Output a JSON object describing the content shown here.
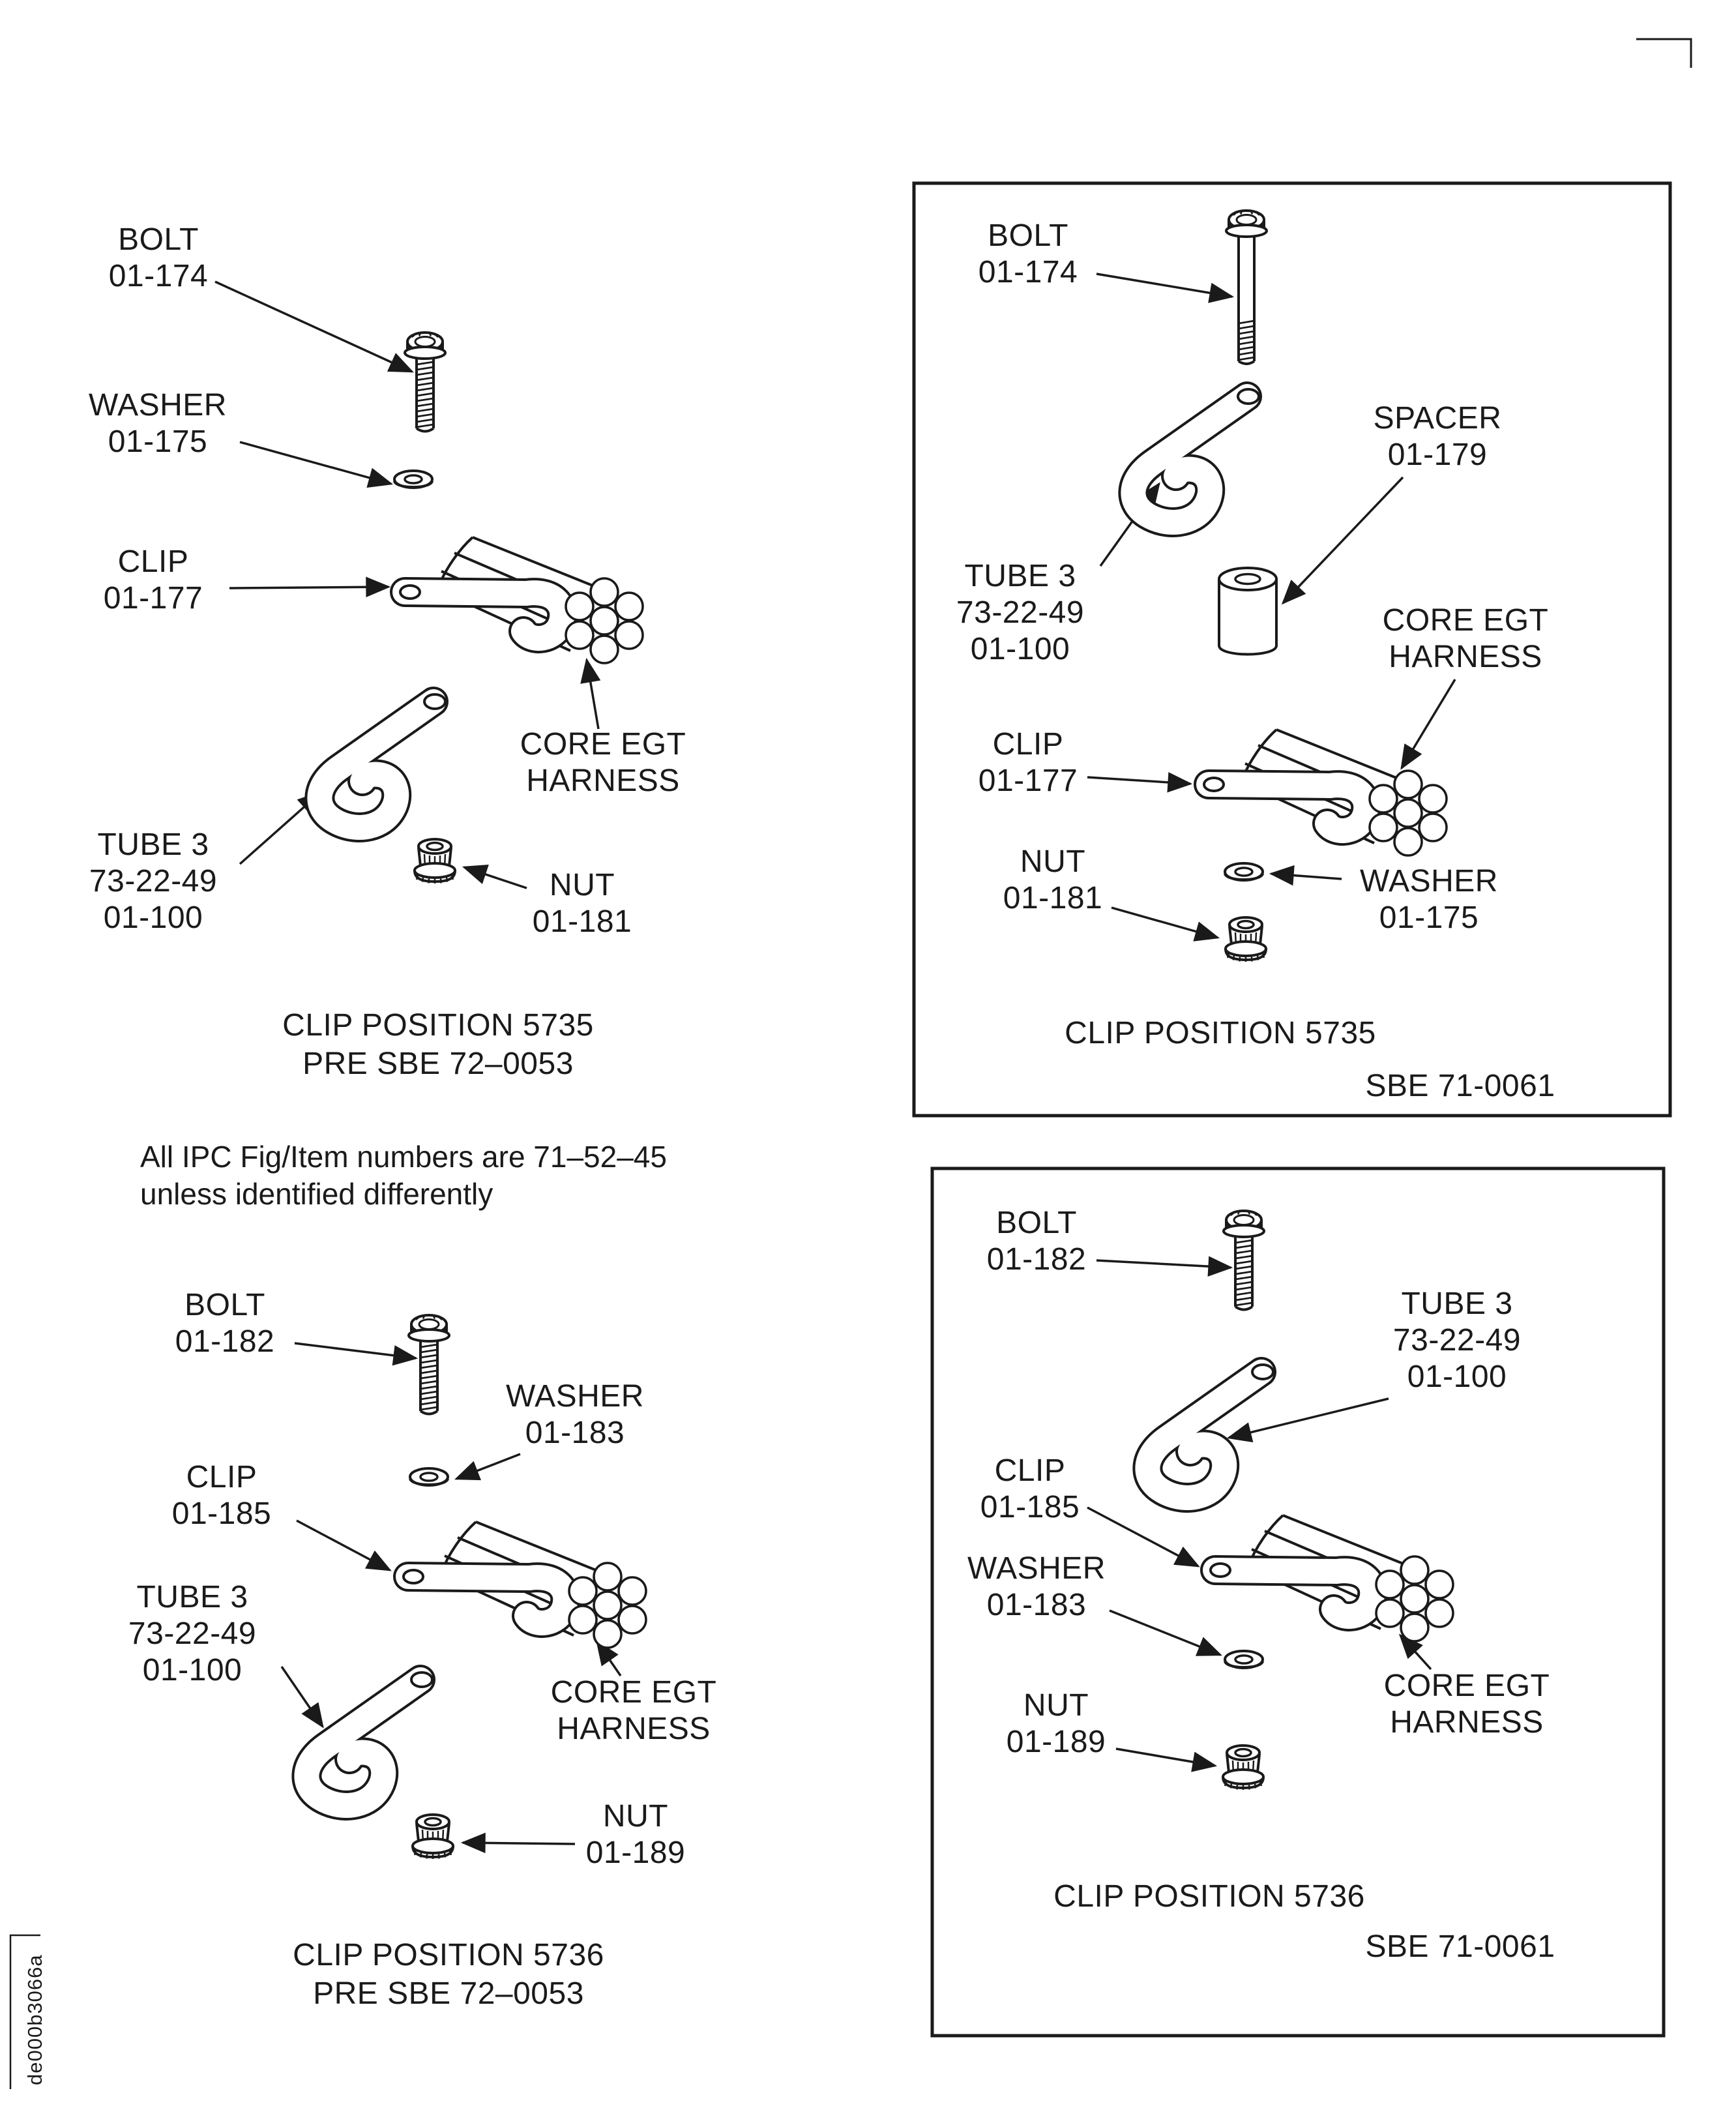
{
  "colors": {
    "ink": "#1a1a1a",
    "paper": "#ffffff"
  },
  "note": {
    "text": "All IPC Fig/Item numbers are 71–52–45\nunless identified differently"
  },
  "doc_code": "de000b3066a",
  "diagram_top_left": {
    "labels": {
      "bolt": "BOLT\n01-174",
      "washer": "WASHER\n01-175",
      "clip": "CLIP\n01-177",
      "tube": "TUBE 3\n73-22-49\n01-100",
      "harness": "CORE EGT\nHARNESS",
      "nut": "NUT\n01-181"
    },
    "caption": "CLIP POSITION 5735\nPRE SBE 72–0053"
  },
  "diagram_top_right": {
    "labels": {
      "bolt": "BOLT\n01-174",
      "spacer": "SPACER\n01-179",
      "tube": "TUBE 3\n73-22-49\n01-100",
      "harness": "CORE EGT\nHARNESS",
      "clip": "CLIP\n01-177",
      "nut": "NUT\n01-181",
      "washer": "WASHER\n01-175"
    },
    "caption": "CLIP POSITION 5735",
    "sbe": "SBE 71-0061"
  },
  "diagram_bottom_left": {
    "labels": {
      "bolt": "BOLT\n01-182",
      "washer": "WASHER\n01-183",
      "clip": "CLIP\n01-185",
      "tube": "TUBE 3\n73-22-49\n01-100",
      "harness": "CORE EGT\nHARNESS",
      "nut": "NUT\n01-189"
    },
    "caption": "CLIP POSITION 5736\nPRE SBE 72–0053"
  },
  "diagram_bottom_right": {
    "labels": {
      "bolt": "BOLT\n01-182",
      "tube": "TUBE 3\n73-22-49\n01-100",
      "clip": "CLIP\n01-185",
      "washer": "WASHER\n01-183",
      "nut": "NUT\n01-189",
      "harness": "CORE EGT\nHARNESS"
    },
    "caption": "CLIP POSITION 5736",
    "sbe": "SBE 71-0061"
  }
}
